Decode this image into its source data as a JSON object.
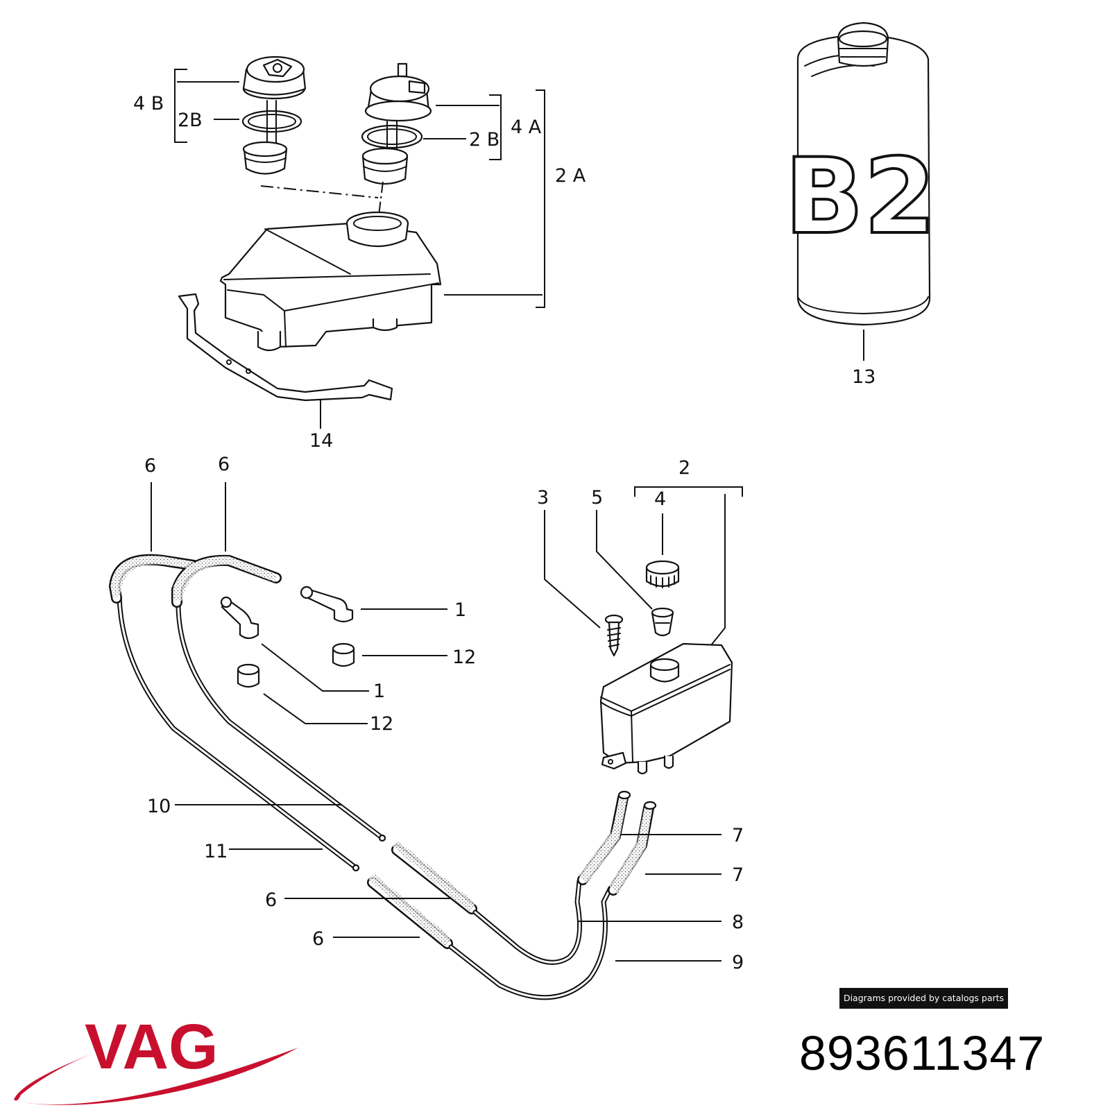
{
  "callouts": {
    "c4B": "4 B",
    "c2B_left": "2B",
    "c4A": "4 A",
    "c2B_right": "2 B",
    "c2A": "2 A",
    "c13": "13",
    "c14": "14",
    "c6_top_a": "6",
    "c6_top_b": "6",
    "c2": "2",
    "c3": "3",
    "c5": "5",
    "c4": "4",
    "c1_a": "1",
    "c12_a": "12",
    "c1_b": "1",
    "c12_b": "12",
    "c10": "10",
    "c11": "11",
    "c6_mid": "6",
    "c6_low": "6",
    "c7_a": "7",
    "c7_b": "7",
    "c8": "8",
    "c9": "9"
  },
  "bottle_label": "B2",
  "credit": "Diagrams provided by catalogs parts",
  "part_number": "893611347",
  "brand": {
    "name": "VAG",
    "color": "#c8102e"
  }
}
